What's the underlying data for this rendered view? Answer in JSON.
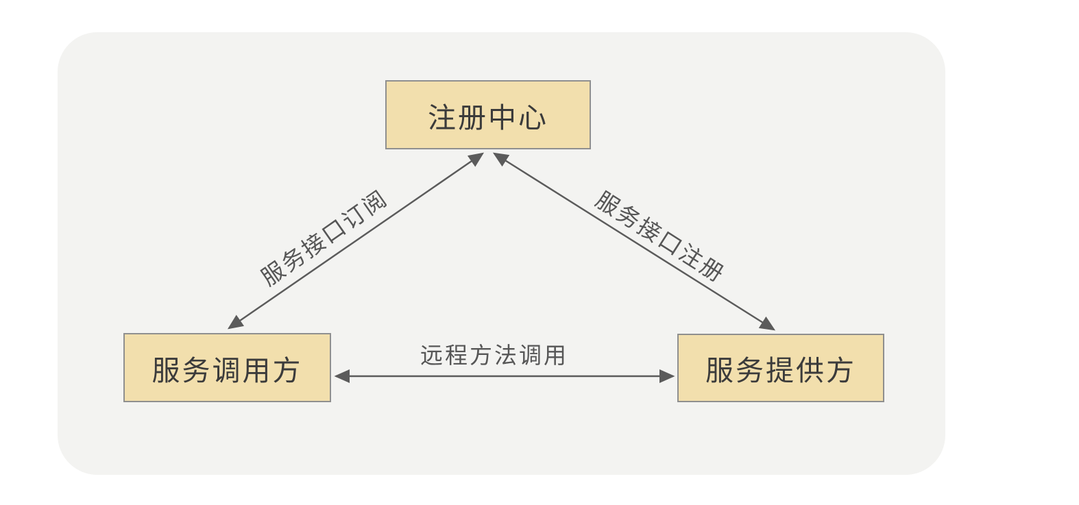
{
  "diagram": {
    "nodes": {
      "registry": {
        "label": "注册中心"
      },
      "consumer": {
        "label": "服务调用方"
      },
      "provider": {
        "label": "服务提供方"
      }
    },
    "edges": {
      "subscribe": {
        "label": "服务接口订阅",
        "from": "registry",
        "to": "consumer",
        "direction": "bidirectional"
      },
      "register": {
        "label": "服务接口注册",
        "from": "registry",
        "to": "provider",
        "direction": "bidirectional"
      },
      "invoke": {
        "label": "远程方法调用",
        "from": "consumer",
        "to": "provider",
        "direction": "bidirectional"
      }
    },
    "colors": {
      "page_bg": "#ffffff",
      "card_bg": "#f3f3f1",
      "node_fill": "#f2dfad",
      "node_border": "#8f8f8f",
      "node_text": "#3b3b3b",
      "edge": "#5b5b5b",
      "edge_text": "#565656"
    }
  }
}
